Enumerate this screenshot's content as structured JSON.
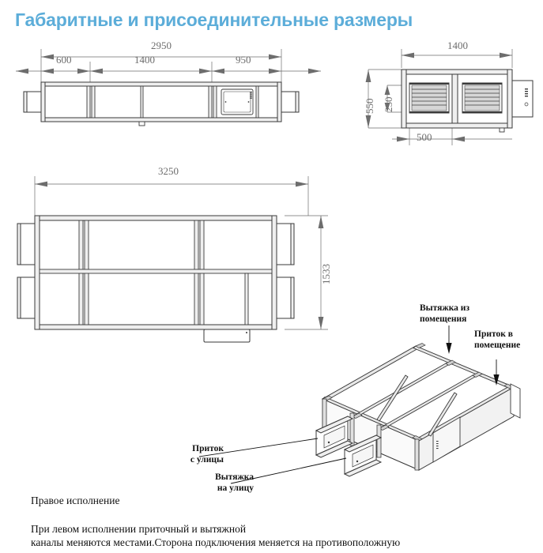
{
  "title": "Габаритные и присоединительные размеры",
  "accent_color": "#5cadd9",
  "line_color": "#3a3a3a",
  "dim_color": "#6d6d6d",
  "views": {
    "front": {
      "name": "front-elevation",
      "dimensions": {
        "overall": "2950",
        "segment_1": "600",
        "segment_2": "1400",
        "segment_3": "950"
      }
    },
    "side": {
      "name": "side-elevation",
      "dimensions": {
        "width": "1400",
        "height_overall": "550",
        "height_grille": "250",
        "grille_offset": "500"
      }
    },
    "plan": {
      "name": "plan-view",
      "dimensions": {
        "length": "3250",
        "depth": "1533"
      }
    },
    "isometric": {
      "name": "isometric-view",
      "callouts": [
        {
          "id": "exhaust-from-room",
          "text_line_1": "Вытяжка из",
          "text_line_2": "помещения"
        },
        {
          "id": "supply-to-room",
          "text_line_1": "Приток в",
          "text_line_2": "помещение"
        },
        {
          "id": "supply-from-street",
          "text_line_1": "Приток",
          "text_line_2": "с улицы"
        },
        {
          "id": "exhaust-to-street",
          "text_line_1": "Вытяжка",
          "text_line_2": "на улицу"
        }
      ]
    }
  },
  "notes": {
    "handedness": "Правое исполнение",
    "footnote_line_1": "При левом исполнении приточный и вытяжной",
    "footnote_line_2": "каналы меняются местами.Сторона подключения меняется на противоположную"
  }
}
